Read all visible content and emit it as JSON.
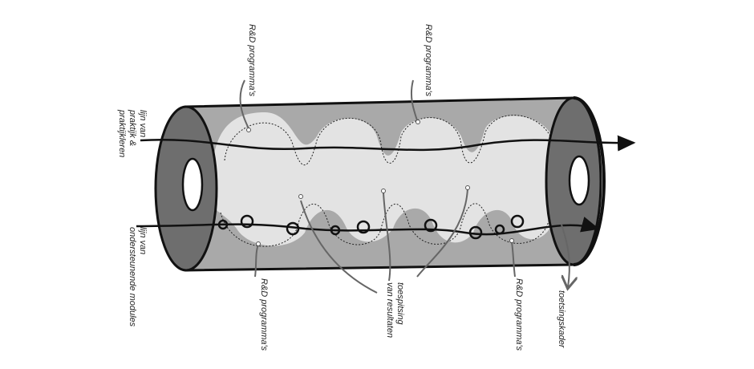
{
  "labels": {
    "rd_top_left": "R&D programma's",
    "rd_top_right": "R&D programma's",
    "rd_bottom_left": "R&D programma's",
    "rd_bottom_right": "R&D programma's",
    "practice_line": [
      "lijn van",
      "praktijk &",
      "praktijkleren"
    ],
    "support_line": [
      "lijn van",
      "ondersteunende modules"
    ],
    "focus": [
      "toespitsing",
      "van resultaten"
    ],
    "framework": "toetsingskader"
  },
  "colors": {
    "tube_dark": "#6e6e6e",
    "tube_mid": "#a9a9a9",
    "tube_light": "#e3e3e3",
    "ink": "#111111"
  }
}
